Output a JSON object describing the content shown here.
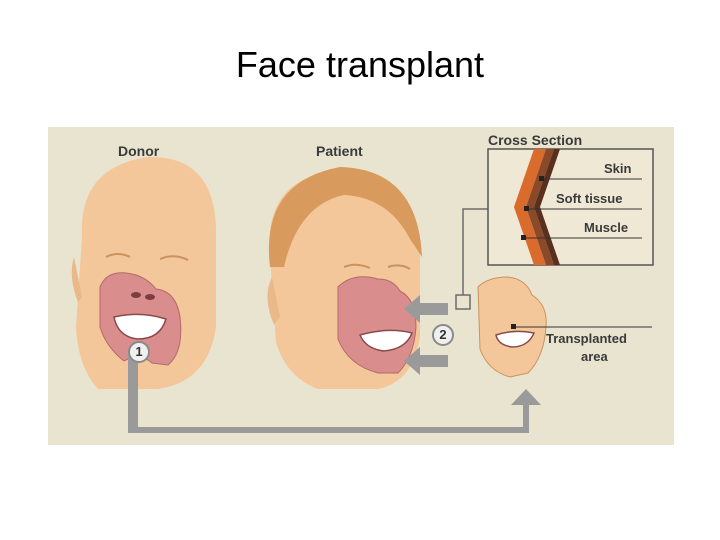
{
  "title": "Face transplant",
  "figure": {
    "labels": {
      "donor": "Donor",
      "patient": "Patient",
      "cross_section": "Cross Section",
      "skin": "Skin",
      "soft_tissue": "Soft tissue",
      "muscle": "Muscle",
      "transplanted_area_line1": "Transplanted",
      "transplanted_area_line2": "area"
    },
    "steps": [
      "1",
      "2"
    ],
    "colors": {
      "background": "#e8e4d0",
      "skin_tone": "#f3c79a",
      "hair": "#d99a5e",
      "transplant_region": "#d98d8d",
      "arrow": "#9a9a9a",
      "layer_skin": "#d96b2c",
      "layer_soft_tissue": "#8a4a2a",
      "layer_muscle": "#5a2f1e"
    }
  }
}
